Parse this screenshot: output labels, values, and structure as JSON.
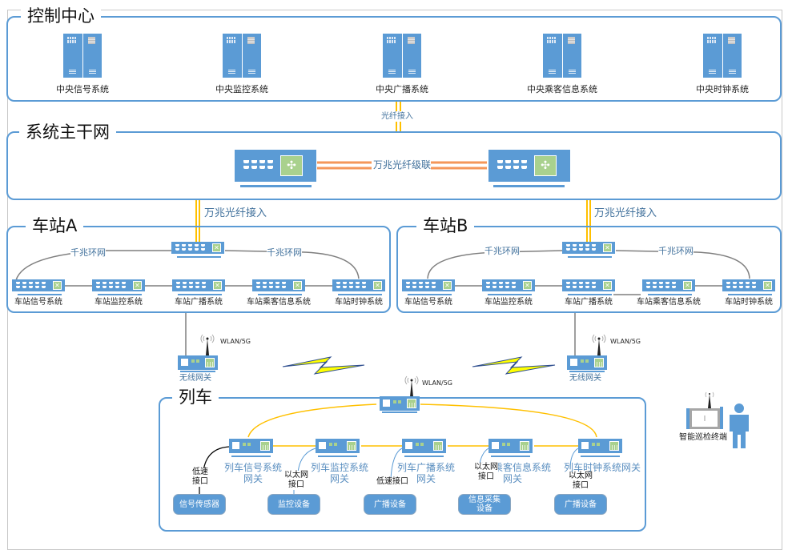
{
  "colors": {
    "group_border": "#5b9bd5",
    "device_blue": "#5b9bd5",
    "router_green": "#a9d18e",
    "fiber_yellow": "#ffc000",
    "cascade_orange": "#f4975a",
    "ring_gray": "#7f7f7f",
    "label_blue": "#41719c"
  },
  "control_center": {
    "title": "控制中心",
    "servers": [
      {
        "label": "中央信号系统",
        "icon": "server-rack-icon"
      },
      {
        "label": "中央监控系统",
        "icon": "server-rack-icon"
      },
      {
        "label": "中央广播系统",
        "icon": "server-rack-icon"
      },
      {
        "label": "中央乘客信息系统",
        "icon": "server-rack-icon"
      },
      {
        "label": "中央时钟系统",
        "icon": "server-rack-icon"
      }
    ]
  },
  "links": {
    "fiber_access": "光纤接入",
    "cascade": "万兆光纤级联",
    "station_a_uplink": "万兆光纤接入",
    "station_b_uplink": "万兆光纤接入"
  },
  "backbone": {
    "title": "系统主干网",
    "switches": [
      {
        "icon": "core-switch-icon"
      },
      {
        "icon": "core-switch-icon"
      }
    ]
  },
  "stations": [
    {
      "title": "车站A",
      "ring_labels": [
        "千兆环网",
        "千兆环网"
      ],
      "switches": [
        "车站信号系统",
        "车站监控系统",
        "车站广播系统",
        "车站乘客信息系统",
        "车站时钟系统"
      ]
    },
    {
      "title": "车站B",
      "ring_labels": [
        "千兆环网",
        "千兆环网"
      ],
      "switches": [
        "车站信号系统",
        "车站监控系统",
        "车站广播系统",
        "车站乘客信息系统",
        "车站时钟系统"
      ]
    }
  ],
  "wireless": {
    "gateway_label": "无线网关",
    "radio_label": "WLAN/5G",
    "train_radio_label": "WLAN/5G"
  },
  "train": {
    "title": "列车",
    "gateways": [
      {
        "label_line1": "列车信号系统",
        "label_line2": "网关",
        "interface": [
          "低速",
          "接口"
        ],
        "device": "信号传感器"
      },
      {
        "label_line1": "列车监控系统",
        "label_line2": "网关",
        "interface": [
          "以太网",
          "接口"
        ],
        "device": "监控设备"
      },
      {
        "label_line1": "列车广播系统",
        "label_line2": "网关",
        "interface": [
          "低速接口",
          ""
        ],
        "device": "广播设备"
      },
      {
        "label_line1": "列车乘客信息系统",
        "label_line2": "网关",
        "interface": [
          "以太网",
          "接口"
        ],
        "device": "信息采集\n设备"
      },
      {
        "label_line1": "列车时钟系统网关",
        "label_line2": "",
        "interface": [
          "以太网",
          "接口"
        ],
        "device": "广播设备"
      }
    ]
  },
  "terminal": {
    "label": "智能巡检终端",
    "icons": [
      "tablet-terminal-icon",
      "person-icon"
    ]
  }
}
